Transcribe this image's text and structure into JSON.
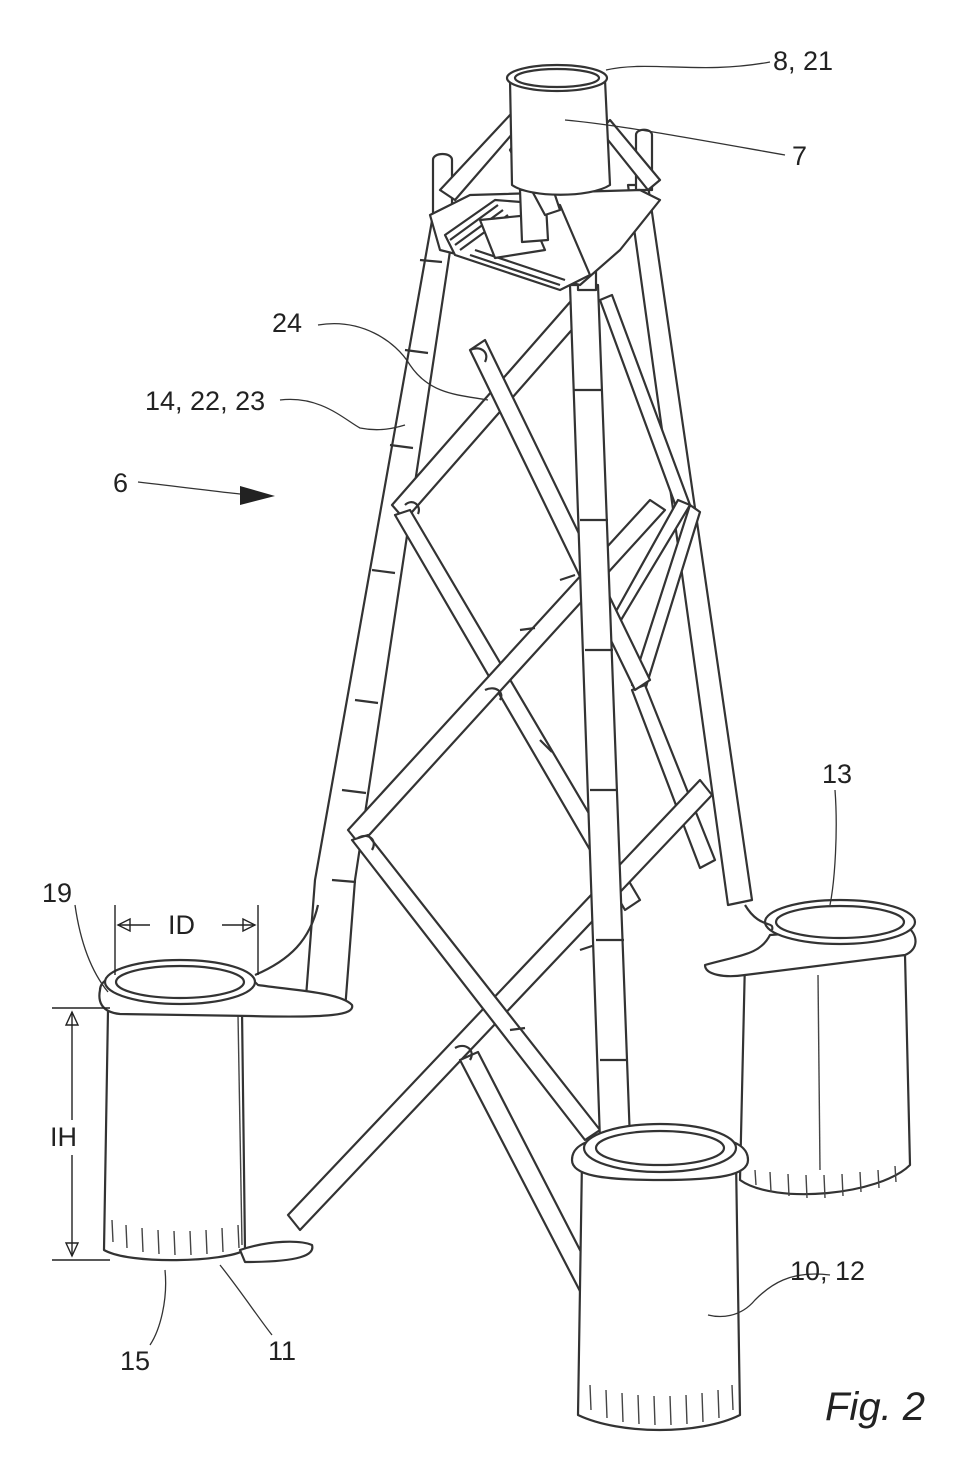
{
  "figure": {
    "caption": "Fig. 2"
  },
  "labels": {
    "l_8_21": "8, 21",
    "l_7": "7",
    "l_24": "24",
    "l_14_22_23": "14, 22, 23",
    "l_6": "6",
    "l_13": "13",
    "l_19": "19",
    "l_ID": "ID",
    "l_IH": "IH",
    "l_10_12": "10, 12",
    "l_15": "15",
    "l_11": "11"
  }
}
